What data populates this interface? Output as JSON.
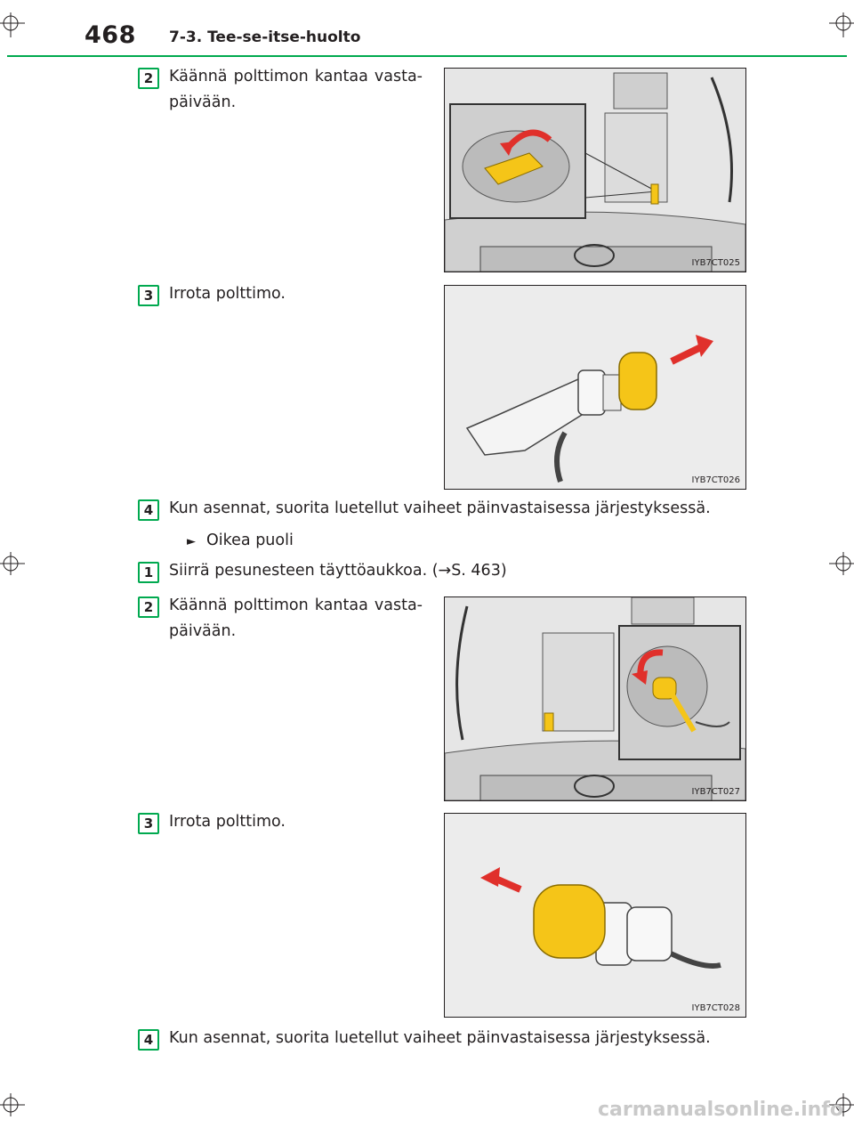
{
  "header": {
    "page_number": "468",
    "section_title": "7-3. Tee-se-itse-huolto"
  },
  "steps": [
    {
      "number": "2",
      "text": "Käännä polttimon kantaa vasta-",
      "text_cont": "päivään."
    },
    {
      "number": "3",
      "text": "Irrota polttimo."
    },
    {
      "number": "4",
      "text": "Kun asennat, suorita luetellut vaiheet päinvastaisessa järjestyksessä."
    },
    {
      "number": "1",
      "text": "Siirrä pesunesteen täyttöaukkoa. (→S. 463)"
    },
    {
      "number": "2",
      "text": "Käännä polttimon kantaa vasta-",
      "text_cont": "päivään."
    },
    {
      "number": "3",
      "text": "Irrota polttimo."
    },
    {
      "number": "4",
      "text": "Kun asennat, suorita luetellut vaiheet päinvastaisessa järjestyksessä."
    }
  ],
  "subheading": {
    "marker": "►",
    "text": "Oikea puoli"
  },
  "figures": [
    {
      "code": "IYB7CT025"
    },
    {
      "code": "IYB7CT026"
    },
    {
      "code": "IYB7CT027"
    },
    {
      "code": "IYB7CT028"
    }
  ],
  "watermark": "carmanualsonline.info",
  "colors": {
    "accent": "#00a94f",
    "bulb": "#f5c518",
    "arrow": "#e0302b"
  }
}
